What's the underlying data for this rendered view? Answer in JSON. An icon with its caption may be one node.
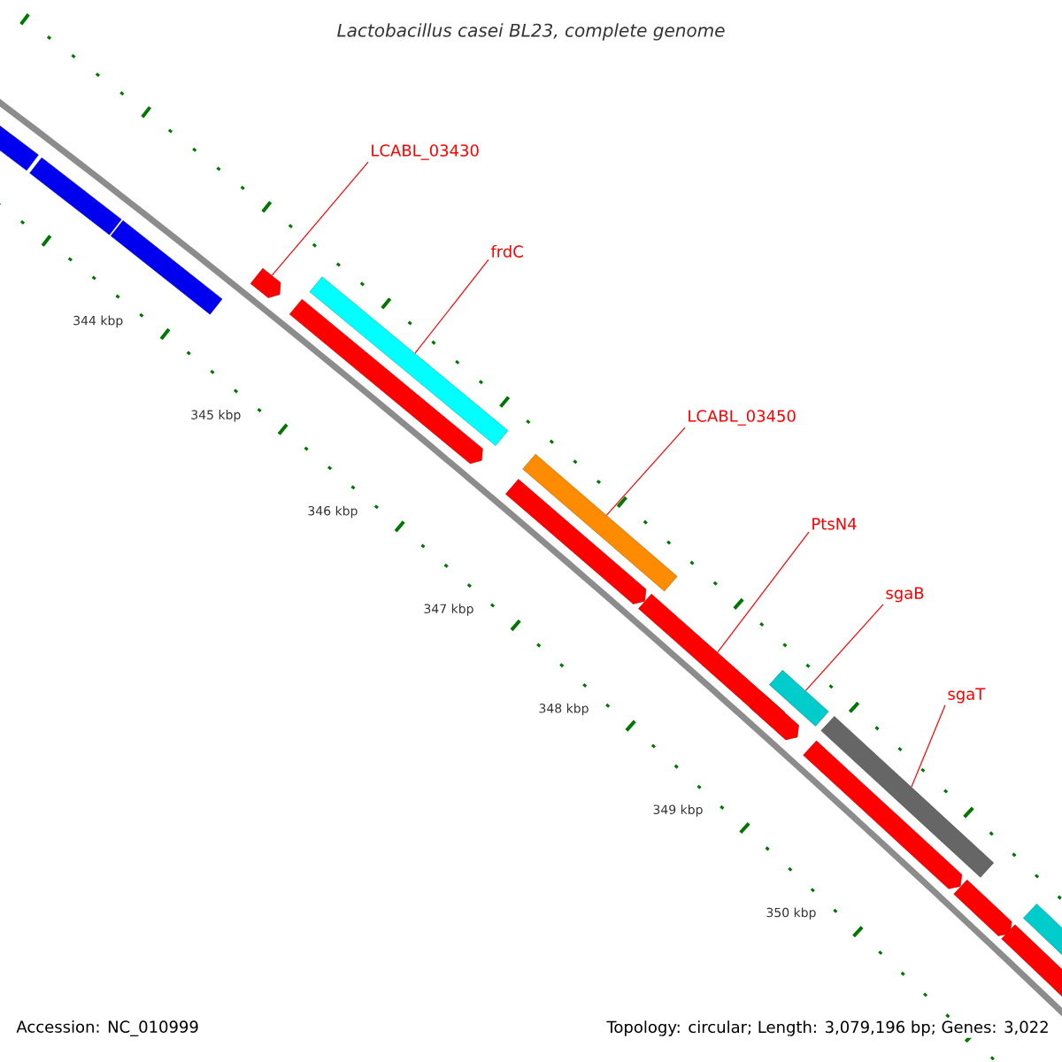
{
  "diagram": {
    "title": "Lactobacillus casei BL23, complete genome",
    "nodes": [
      {
        "text": [
          "LCABL_03430"
        ]
      },
      {
        "text": [
          "frdC"
        ]
      },
      {
        "text": [
          "LCABL_03450"
        ]
      },
      {
        "text": [
          "PtsN4"
        ]
      },
      {
        "text": [
          "sgaB"
        ]
      },
      {
        "text": [
          "sgaT"
        ]
      },
      {
        "text": [],
        "shape": "bar"
      },
      {
        "text": [],
        "shape": "bar"
      },
      {
        "text": [],
        "shape": "bar"
      },
      {
        "text": [],
        "shape": "bar"
      },
      {
        "text": [],
        "shape": "bar"
      },
      {
        "text": [],
        "shape": "bar"
      },
      {
        "text": [],
        "shape": "bar"
      },
      {
        "text": [],
        "shape": "bar"
      },
      {
        "text": [],
        "shape": "bar"
      },
      {
        "text": [],
        "shape": "bar"
      },
      {
        "text": [],
        "shape": "bar"
      },
      {
        "text": [],
        "shape": "bar"
      },
      {
        "text": [],
        "shape": "bar"
      },
      {
        "text": [],
        "shape": "bar"
      },
      {
        "text": [],
        "shape": "bar"
      },
      {
        "text": [],
        "shape": "bar"
      }
    ],
    "edges": [
      {
        "from": 0,
        "to": 9,
        "arrow": "none"
      },
      {
        "from": 1,
        "to": 11,
        "arrow": "none"
      },
      {
        "from": 2,
        "to": 13,
        "arrow": "none"
      },
      {
        "from": 3,
        "to": 14,
        "arrow": "none"
      },
      {
        "from": 4,
        "to": 16,
        "arrow": "none"
      },
      {
        "from": 5,
        "to": 18,
        "arrow": "none"
      }
    ],
    "labels": [
      "344 kbp",
      "345 kbp",
      "346 kbp",
      "347 kbp",
      "348 kbp",
      "349 kbp",
      "350 kbp",
      "Accession: NC_010999",
      "Topology: circular; Length: 3,079,196 bp; Genes: 3,022"
    ]
  }
}
